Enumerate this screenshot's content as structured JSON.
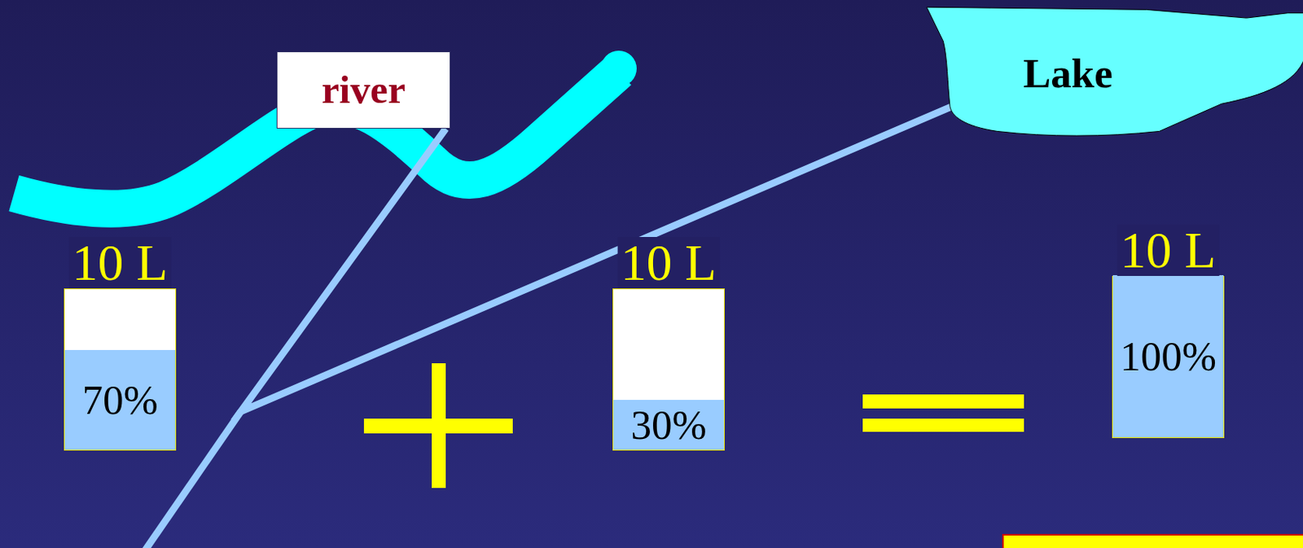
{
  "diagram": {
    "nodes": [
      {
        "text": [
          "river"
        ]
      },
      {
        "text": [
          "Lake"
        ]
      },
      {
        "text": [
          "10 L",
          "70%"
        ]
      },
      {
        "text": [
          "10 L",
          "30%"
        ]
      },
      {
        "text": [
          "10 L",
          "100%"
        ]
      }
    ],
    "edges": [
      {
        "from": 0,
        "to": 1,
        "arrow": "none"
      }
    ]
  }
}
